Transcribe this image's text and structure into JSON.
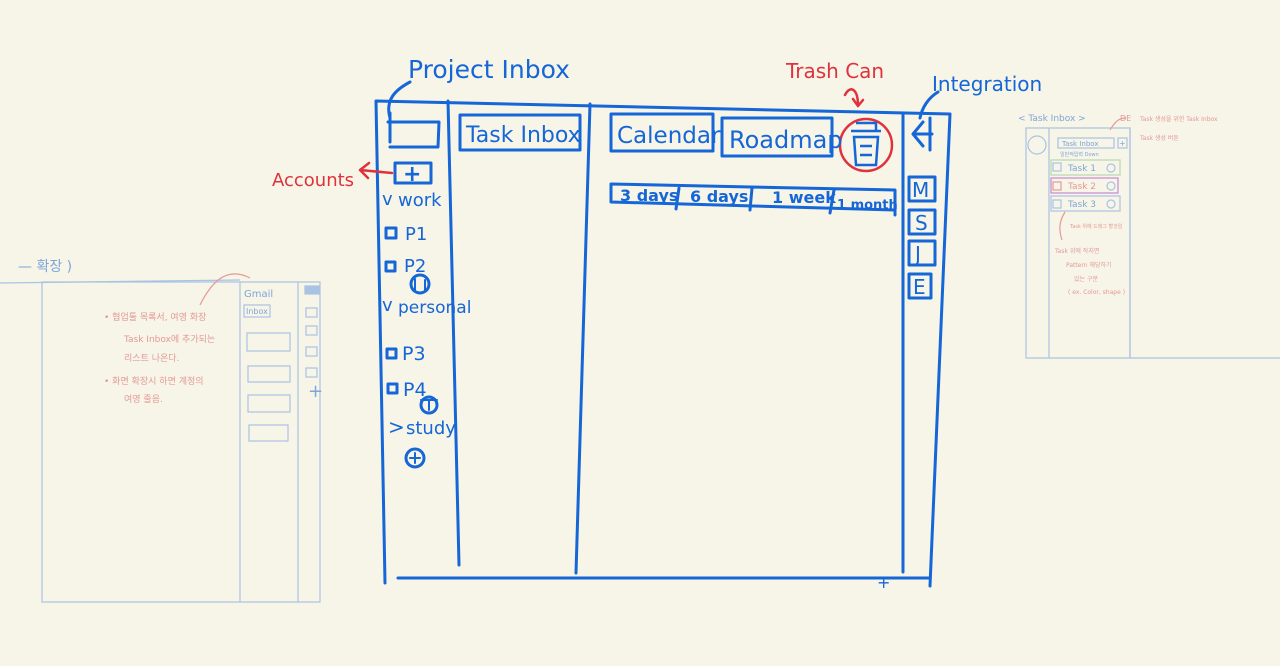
{
  "annotations": {
    "project_inbox": "Project Inbox",
    "trash_can": "Trash Can",
    "integration": "Integration",
    "accounts": "Accounts"
  },
  "main": {
    "task_inbox_tab": "Task Inbox",
    "calendar_tab": "Calendar",
    "roadmap_tab": "Roadmap",
    "view_options": [
      "3 days",
      "6 days",
      "1 week",
      "1 month"
    ],
    "add_symbol": "+",
    "projects": [
      {
        "label": "work",
        "marker": "v"
      },
      {
        "label": "P1",
        "marker": "□"
      },
      {
        "label": "P2",
        "marker": "□"
      },
      {
        "label": "personal",
        "marker": "v"
      },
      {
        "label": "P3",
        "marker": "□"
      },
      {
        "label": "P4",
        "marker": "□"
      },
      {
        "label": "study",
        "marker": ">"
      }
    ],
    "integrations": [
      "M",
      "S",
      "J",
      "E"
    ],
    "back_symbol": "←"
  },
  "left_sketch": {
    "title": "— 확장 )",
    "gmail": "Gmail",
    "inbox": "Inbox",
    "note_line_1": "• 협업툴 목록서, 여영 화장",
    "note_line_2": "Task Inbox에 추가되는",
    "note_line_3": "리스트 나온다.",
    "note_line_4": "• 화면 확장시 하면 계정의",
    "note_line_5": "여영 줄음.",
    "plus": "+"
  },
  "right_sketch": {
    "title": "< Task Inbox >",
    "note_top": "Task 생성을 위한 Task Inbox",
    "note_mid": "Task 생성 버튼",
    "inbox_field": "Task Inbox",
    "input_hint": "일반적입력 Down",
    "plus": "+",
    "tasks": [
      "Task 1",
      "Task 2",
      "Task 3"
    ],
    "note_b1": "Task 위에 드래그 할것임",
    "note_b2": "Task 위에 작지면",
    "note_b3": "Pattern 해당하기",
    "note_b4": "있는 구분",
    "note_b5": "( ex. Color, shape )",
    "de_label": "DE"
  }
}
